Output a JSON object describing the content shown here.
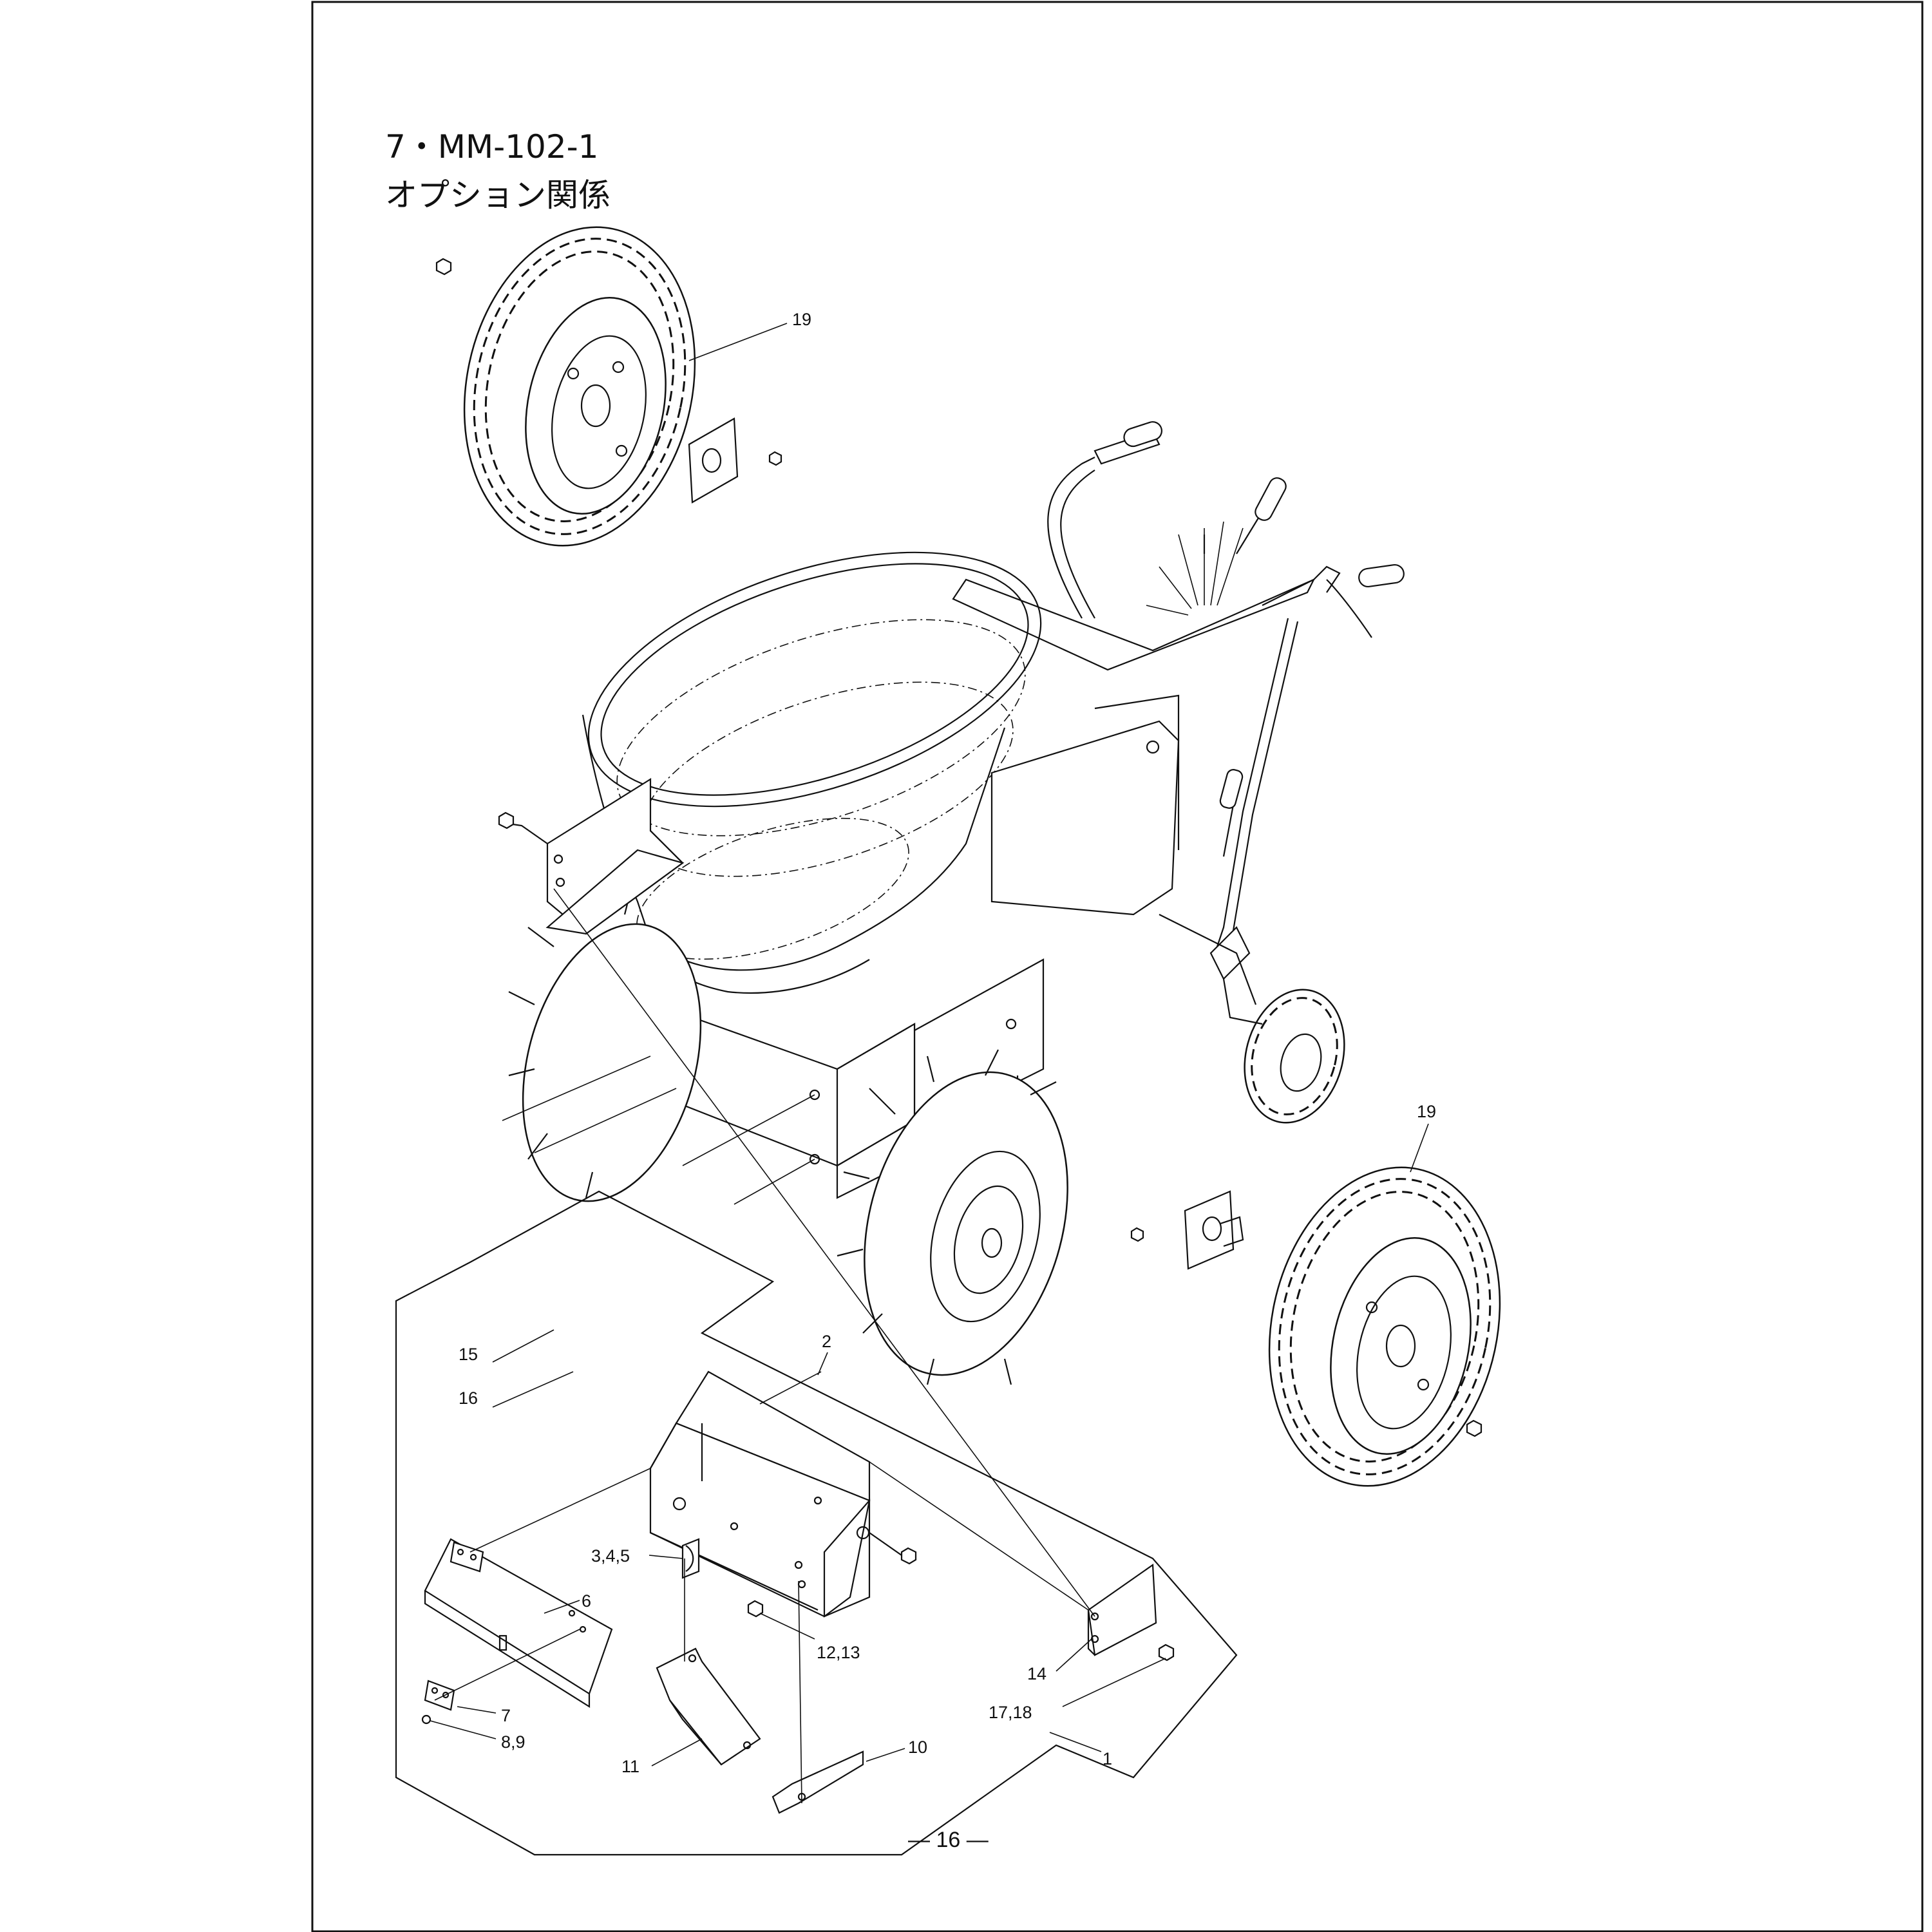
{
  "page": {
    "title_line1": "7・MM-102-1",
    "title_line2": "オプション関係",
    "page_number": "― 16 ―"
  },
  "callouts": {
    "c19a": "19",
    "c19b": "19",
    "c15": "15",
    "c16": "16",
    "c2": "2",
    "c345": "3,4,5",
    "c6": "6",
    "c7": "7",
    "c89": "8,9",
    "c11": "11",
    "c1213": "12,13",
    "c10": "10",
    "c14": "14",
    "c1718": "17,18",
    "c1": "1"
  }
}
